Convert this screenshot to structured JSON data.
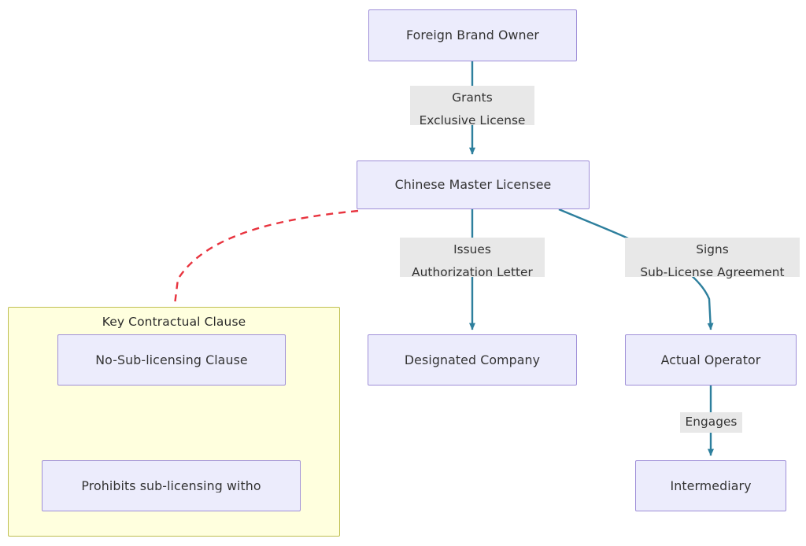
{
  "diagram": {
    "type": "flowchart",
    "direction": "top-down",
    "title_present": false,
    "colors": {
      "node_fill": "#ececfc",
      "node_border": "#9f8fd8",
      "node_text": "#333333",
      "edge_solid": "#2d7f9d",
      "edge_dashed": "#e8343f",
      "label_background": "#e8e8e8",
      "subgraph_fill": "#ffffde",
      "subgraph_border": "#bfbf52",
      "canvas": "#ffffff"
    },
    "nodes": [
      {
        "id": "foreign-brand-owner",
        "label": "Foreign Brand Owner"
      },
      {
        "id": "chinese-master-licensee",
        "label": "Chinese Master Licensee"
      },
      {
        "id": "designated-company",
        "label": "Designated Company"
      },
      {
        "id": "actual-operator",
        "label": "Actual Operator"
      },
      {
        "id": "intermediary",
        "label": "Intermediary"
      },
      {
        "id": "no-sub-licensing-clause",
        "label": "No-Sub-licensing Clause"
      },
      {
        "id": "prohibits-sub-licensing",
        "label": "Prohibits sub-licensing witho"
      }
    ],
    "subgraphs": [
      {
        "id": "key-contractual-clause",
        "title": "Key Contractual Clause"
      }
    ],
    "edges": [
      {
        "id": "e1",
        "from": "foreign-brand-owner",
        "to": "chinese-master-licensee",
        "label_line1": "Grants",
        "label_line2": "Exclusive License",
        "style": "solid"
      },
      {
        "id": "e2",
        "from": "chinese-master-licensee",
        "to": "designated-company",
        "label_line1": "Issues",
        "label_line2": "Authorization Letter",
        "style": "solid"
      },
      {
        "id": "e3",
        "from": "chinese-master-licensee",
        "to": "actual-operator",
        "label_line1": "Signs",
        "label_line2": "Sub-License Agreement",
        "style": "solid"
      },
      {
        "id": "e4",
        "from": "actual-operator",
        "to": "intermediary",
        "label_line1": "Engages",
        "label_line2": "",
        "style": "solid"
      },
      {
        "id": "e5",
        "from": "chinese-master-licensee",
        "to": "no-sub-licensing-clause",
        "label_line1": "",
        "label_line2": "",
        "style": "dashed"
      },
      {
        "id": "e6",
        "from": "no-sub-licensing-clause",
        "to": "prohibits-sub-licensing",
        "label_line1": "",
        "label_line2": "",
        "style": "dashed"
      }
    ],
    "edge_labels": {
      "grants": "Grants",
      "exclusive_license": "Exclusive License",
      "issues": "Issues",
      "authorization_letter": "Authorization Letter",
      "signs": "Signs",
      "sub_license_agreement": "Sub-License Agreement",
      "engages": "Engages"
    }
  }
}
